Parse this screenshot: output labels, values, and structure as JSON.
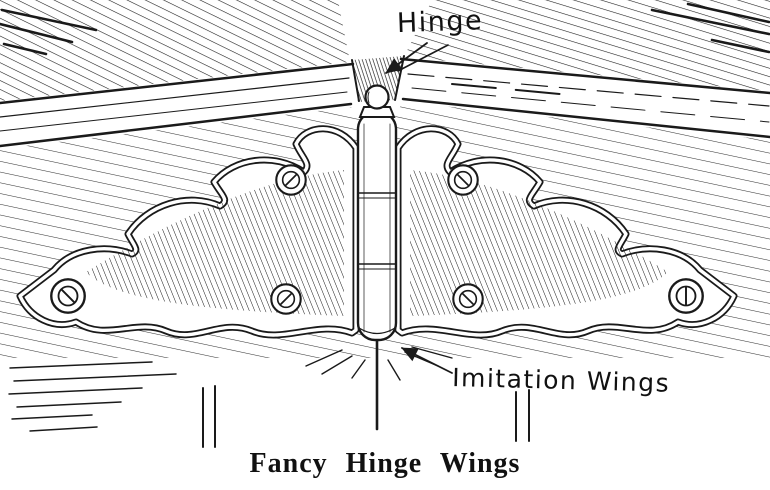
{
  "illustration": {
    "labels": {
      "hinge": "Hinge",
      "imitation_wings": "Imitation Wings"
    },
    "caption": "Fancy Hinge Wings",
    "colors": {
      "ink": "#1a1a1a",
      "background": "#ffffff"
    }
  }
}
